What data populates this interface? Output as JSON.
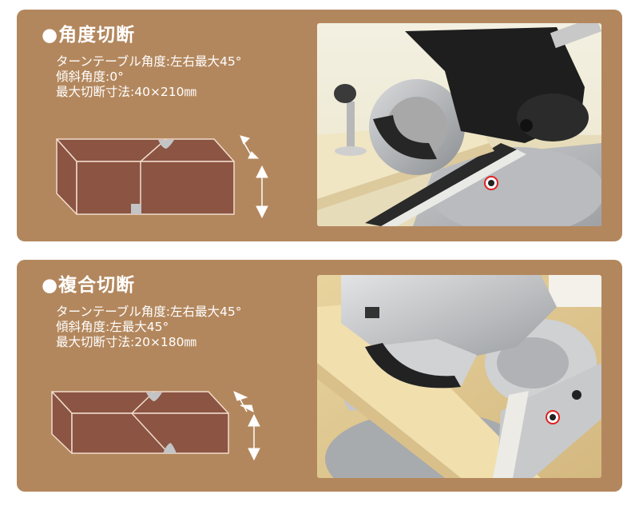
{
  "colors": {
    "panel_bg": "#b3875d",
    "block_fill": "#8b5443",
    "block_edge": "#f1dccb",
    "cut_marker": "#c3c4c6",
    "text": "#ffffff"
  },
  "sections": [
    {
      "title": "●角度切断",
      "specs": [
        "ターンテーブル角度:左右最大45°",
        "傾斜角度:0°",
        "最大切断寸法:40×210㎜"
      ],
      "diagram": "miter-cut-block-diagram",
      "photo": "miter-saw-angle-cut-photo"
    },
    {
      "title": "●複合切断",
      "specs": [
        "ターンテーブル角度:左右最大45°",
        "傾斜角度:左最大45°",
        "最大切断寸法:20×180㎜"
      ],
      "diagram": "compound-cut-block-diagram",
      "photo": "miter-saw-compound-cut-photo"
    }
  ]
}
